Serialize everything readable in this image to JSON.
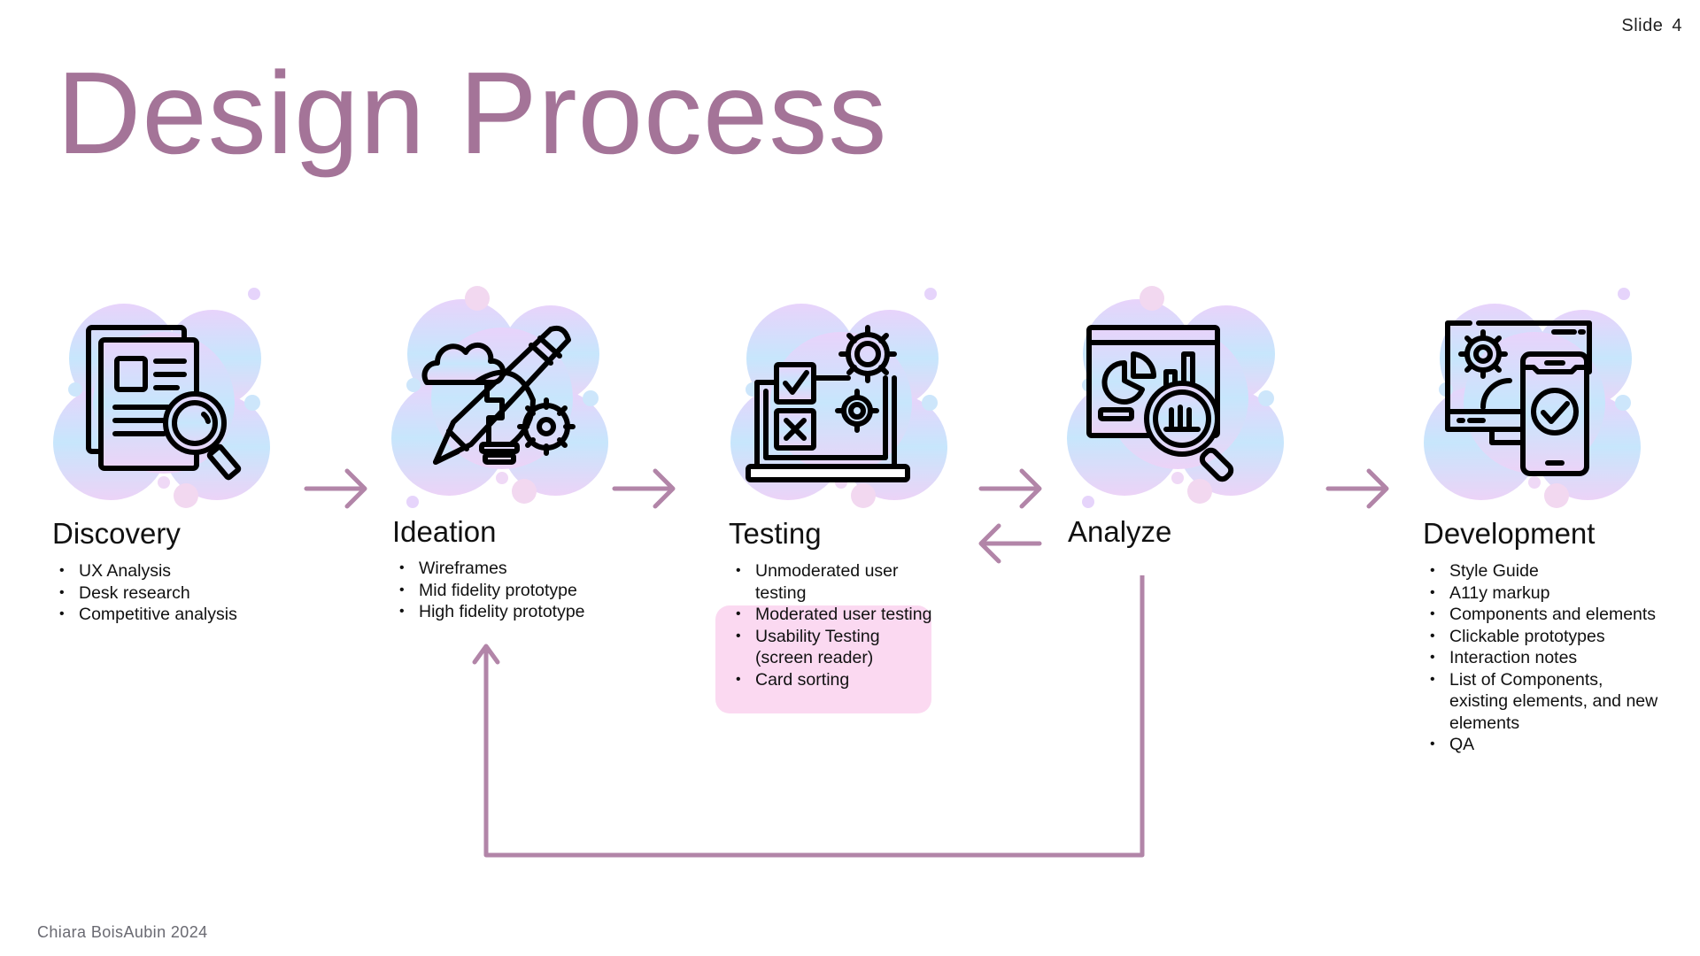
{
  "slide": {
    "label": "Slide",
    "number": "4"
  },
  "title": "Design Process",
  "footer": "Chiara BoisAubin 2024",
  "colors": {
    "accent": "#a47498",
    "arrow": "#b285a8",
    "highlight": "#fbd9f1",
    "blob_top": "#e6d4fb",
    "blob_bottom": "#c9e6fb"
  },
  "stages": [
    {
      "name": "Discovery",
      "icon": "document-magnifier-icon",
      "items": [
        "UX Analysis",
        "Desk research",
        "Competitive analysis"
      ]
    },
    {
      "name": "Ideation",
      "icon": "lightbulb-pencil-gear-icon",
      "items": [
        "Wireframes",
        "Mid fidelity prototype",
        "High fidelity prototype"
      ]
    },
    {
      "name": "Testing",
      "icon": "laptop-checklist-gears-icon",
      "items": [
        "Unmoderated user testing",
        "Moderated user testing",
        "Usability Testing (screen reader)",
        "Card sorting"
      ],
      "highlighted_items": [
        "Moderated user testing",
        "Usability Testing (screen reader)",
        "Card sorting"
      ]
    },
    {
      "name": "Analyze",
      "icon": "chart-magnifier-icon",
      "items": []
    },
    {
      "name": "Development",
      "icon": "monitor-phone-check-icon",
      "items": [
        "Style Guide",
        "A11y markup",
        "Components and elements",
        "Clickable prototypes",
        "Interaction notes",
        "List of Components, existing elements, and new elements",
        "QA"
      ]
    }
  ],
  "connections": [
    {
      "from": "Discovery",
      "to": "Ideation",
      "type": "forward"
    },
    {
      "from": "Ideation",
      "to": "Testing",
      "type": "forward"
    },
    {
      "from": "Testing",
      "to": "Analyze",
      "type": "forward"
    },
    {
      "from": "Analyze",
      "to": "Testing",
      "type": "back"
    },
    {
      "from": "Analyze",
      "to": "Development",
      "type": "forward"
    },
    {
      "from": "Analyze",
      "to": "Ideation",
      "type": "loop-back"
    }
  ]
}
